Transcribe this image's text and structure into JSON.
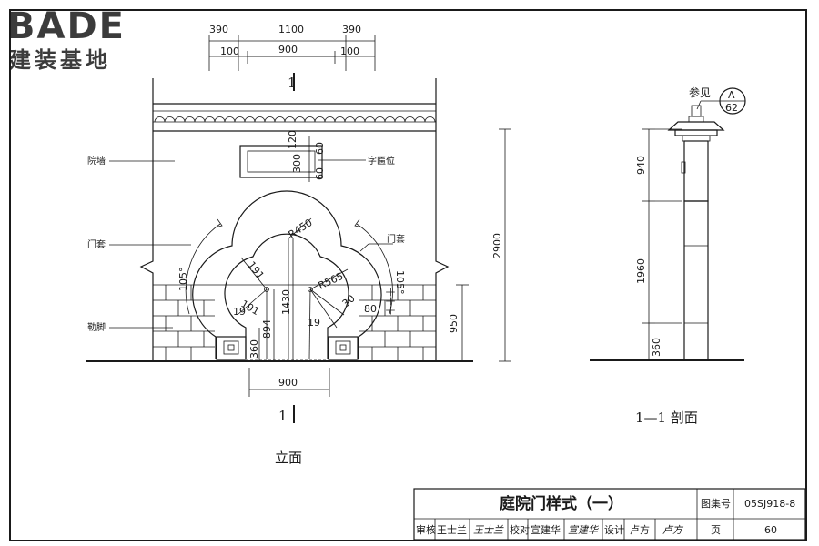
{
  "watermark": {
    "brand": "BADE",
    "subtitle": "建装基地"
  },
  "elevation": {
    "caption": "立面",
    "section_mark": "1",
    "top_dims": [
      "390",
      "1100",
      "390"
    ],
    "second_dims": [
      "100",
      "900",
      "100"
    ],
    "bottom_dim": "900",
    "plaque_label": "字匾位",
    "plaque_dims": [
      "120",
      "300",
      "60",
      "60"
    ],
    "wall_labels": {
      "courtyard_wall": "院墙",
      "door_frame_left": "门套",
      "door_frame_right": "门套",
      "plinth": "勒脚"
    },
    "radii": [
      "R450",
      "R565"
    ],
    "misc_dims": [
      "191",
      "191",
      "19",
      "19",
      "105°",
      "105°",
      "30",
      "80",
      "894",
      "1430",
      "360",
      "2900",
      "950"
    ],
    "right_annotation": "十十十"
  },
  "section": {
    "caption": "1—1  剖面",
    "ref_label": "参见",
    "ref_detail": "A",
    "ref_sheet": "62",
    "dims": [
      "940",
      "1960",
      "360"
    ]
  },
  "title_block": {
    "title": "庭院门样式（一）",
    "atlas_label": "图集号",
    "atlas_no": "05SJ918-8",
    "review_label": "审核",
    "reviewer": "王士兰",
    "reviewer_sign": "王士兰",
    "check_label": "校对",
    "checker": "宣建华",
    "checker_sign": "宣建华",
    "design_label": "设计",
    "designer": "卢方",
    "designer_sign": "卢方",
    "page_label": "页",
    "page_no": "60"
  }
}
